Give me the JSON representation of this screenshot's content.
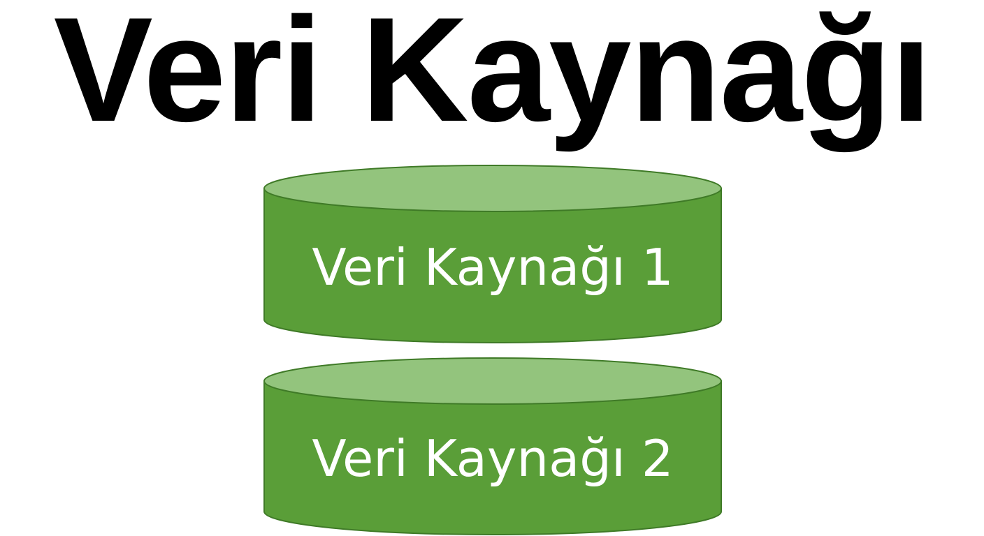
{
  "title": "Veri Kaynağı",
  "colors": {
    "cylinder_body": "#5a9e38",
    "cylinder_top": "#93c47d",
    "cylinder_outline": "#3f7a27",
    "label_text": "#ffffff",
    "title_text": "#000000"
  },
  "cylinders": [
    {
      "label": "Veri Kaynağı 1"
    },
    {
      "label": "Veri Kaynağı 2"
    }
  ]
}
